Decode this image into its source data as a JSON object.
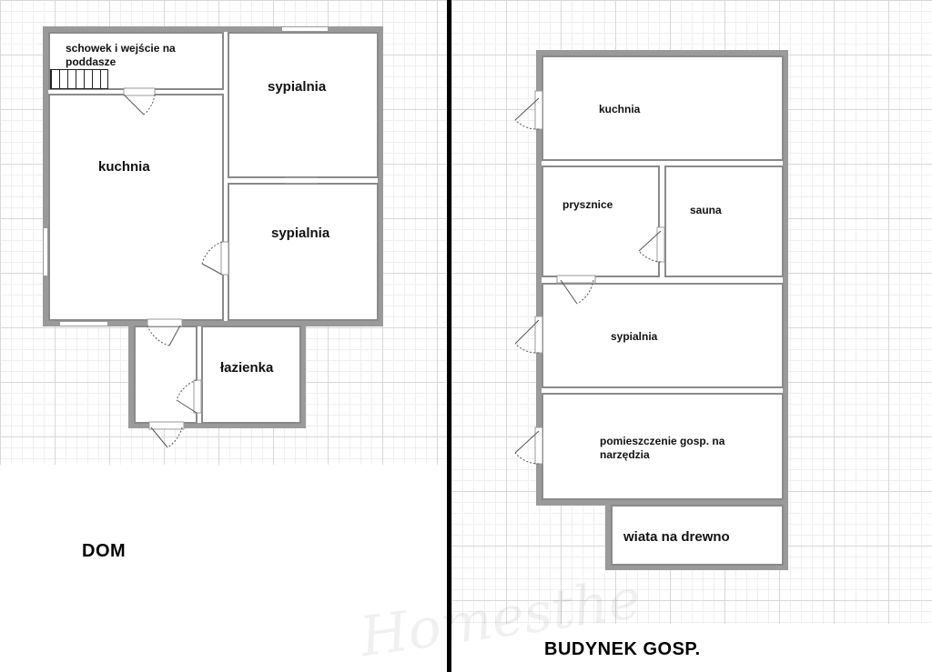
{
  "house": {
    "caption": "DOM",
    "rooms": {
      "storage": "schowek i wejście na poddasze",
      "bedroom_top": "sypialnia",
      "kitchen": "kuchnia",
      "bedroom_mid": "sypialnia",
      "bathroom": "łazienka"
    }
  },
  "outbuilding": {
    "caption": "BUDYNEK GOSP.",
    "rooms": {
      "kitchen": "kuchnia",
      "showers": "prysznice",
      "sauna": "sauna",
      "bedroom": "sypialnia",
      "utility": "pomieszczenie gosp. na narzędzia",
      "woodshed": "wiata na drewno"
    }
  },
  "watermark": "Homesthe",
  "colors": {
    "wall": "#9a9a9a",
    "grid": "#d8d8d8",
    "text": "#111111",
    "divider": "#000000"
  }
}
